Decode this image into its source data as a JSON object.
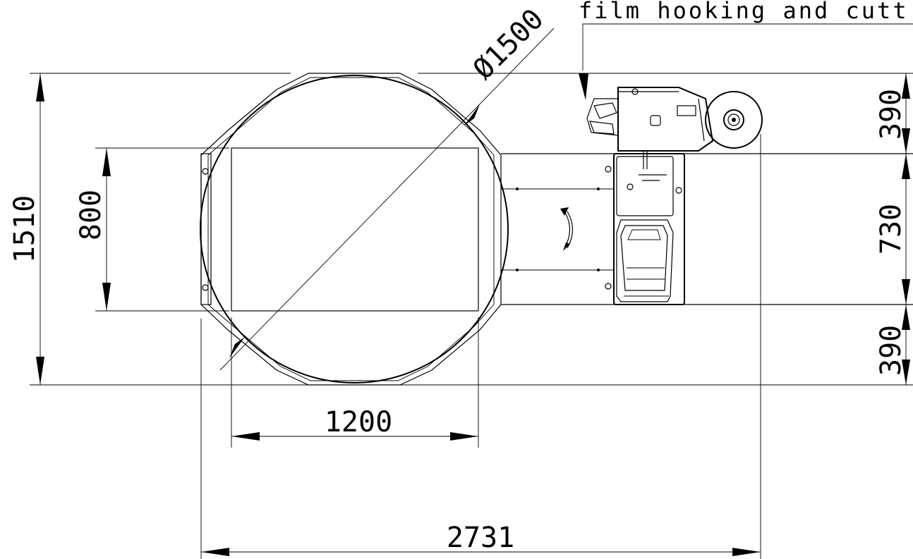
{
  "drawing": {
    "annotation": "film hooking and cutt",
    "dimensions": {
      "diameter": "Ø1500",
      "total_height": "1510",
      "pallet_depth": "800",
      "pallet_width": "1200",
      "total_length": "2731",
      "top_offset": "390",
      "conveyor_width": "730",
      "bottom_offset": "390"
    }
  }
}
